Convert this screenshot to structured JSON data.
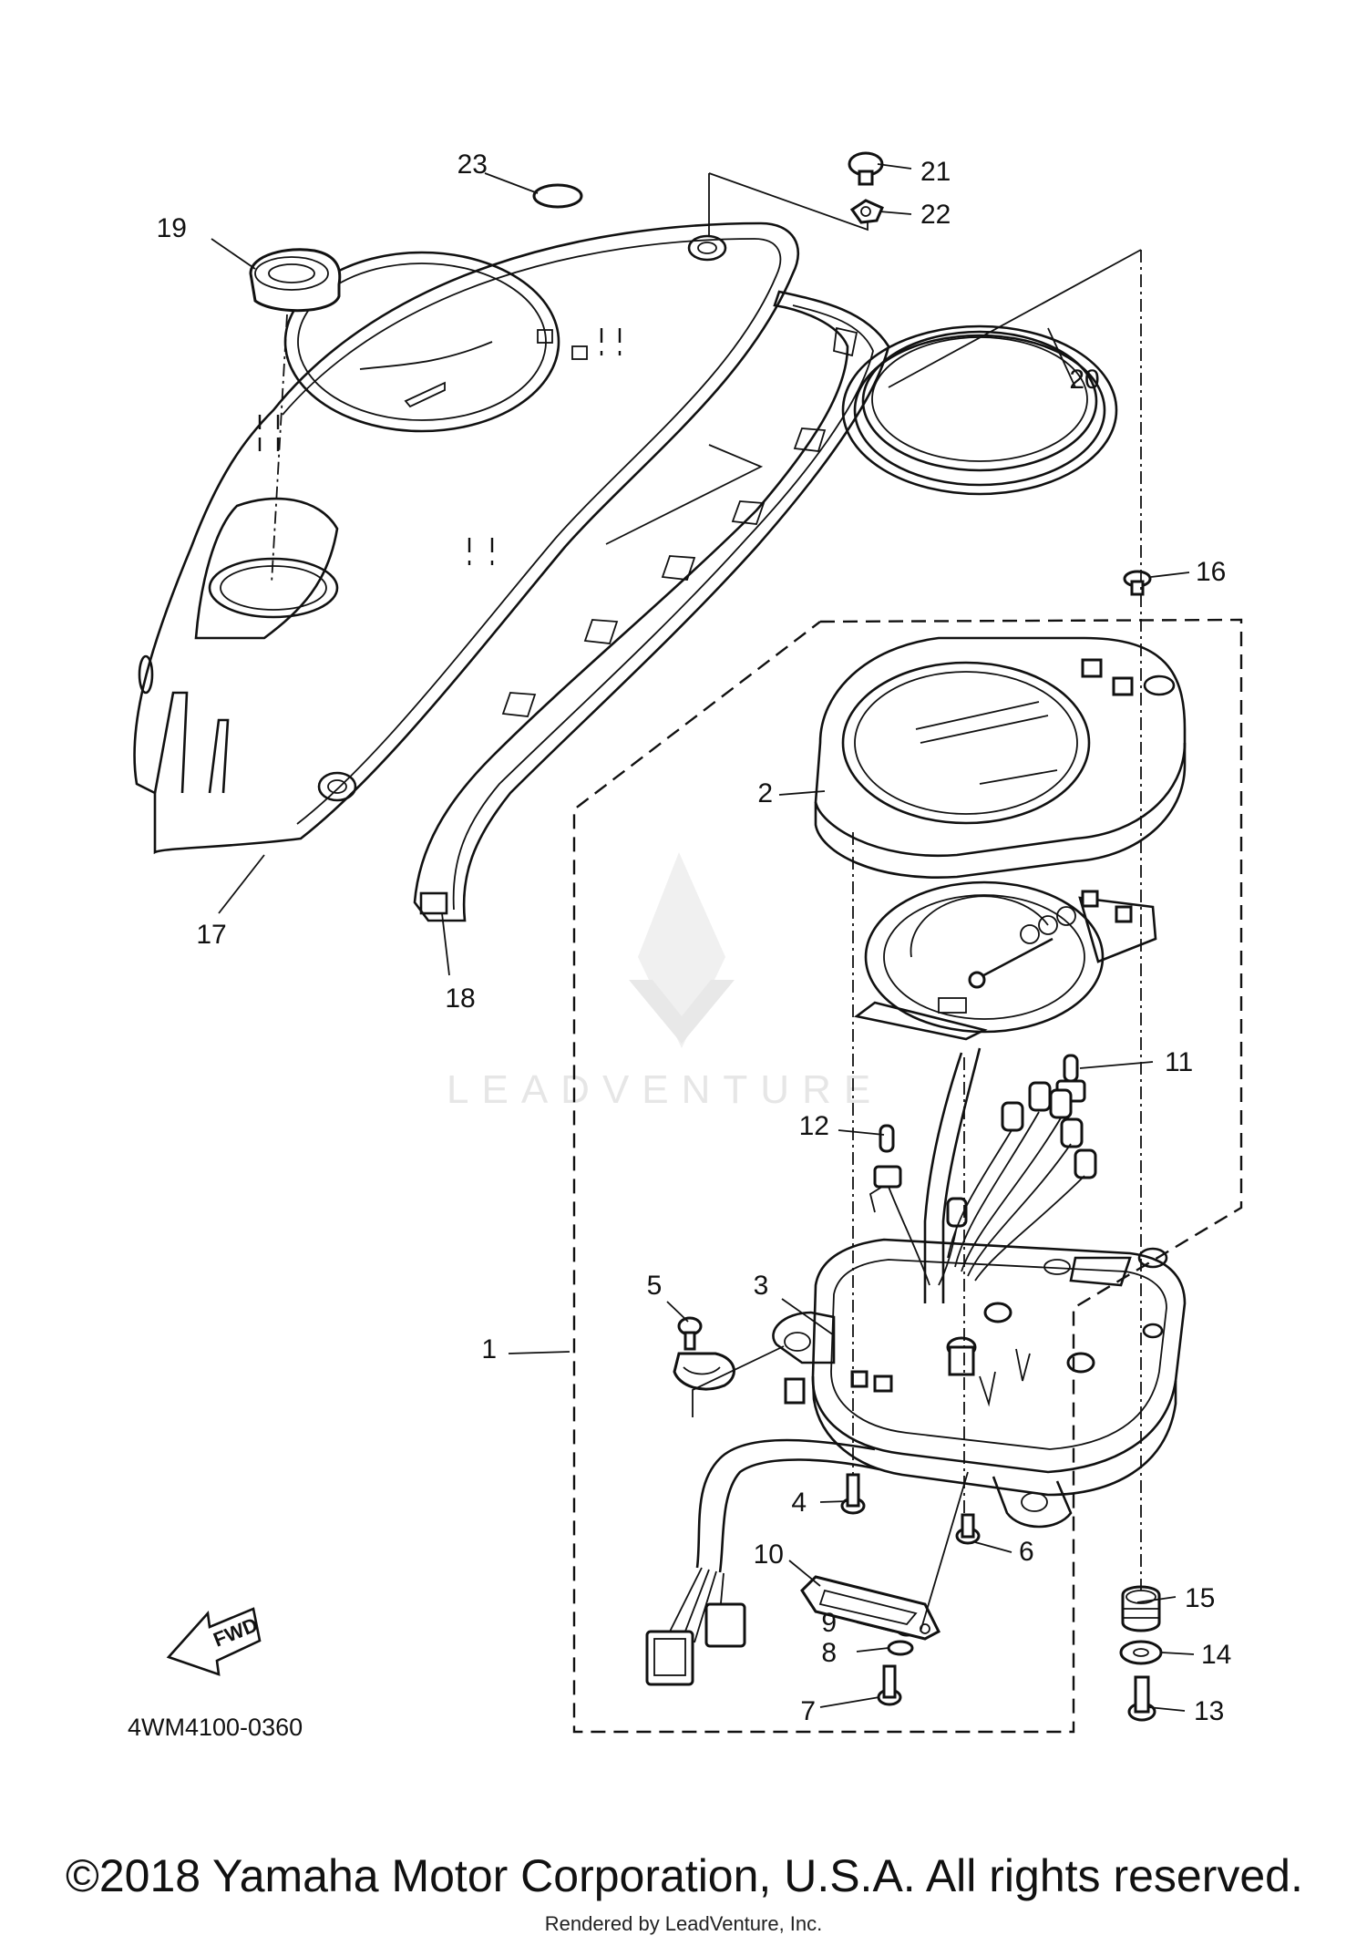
{
  "diagram": {
    "code": "4WM4100-0360",
    "watermark": "LEADVENTURE",
    "fwd_label": "FWD",
    "copyright": "©2018 Yamaha Motor Corporation, U.S.A. All rights reserved.",
    "rendered_by": "Rendered by LeadVenture, Inc.",
    "callouts": [
      "1",
      "2",
      "3",
      "4",
      "5",
      "6",
      "7",
      "8",
      "9",
      "10",
      "11",
      "12",
      "13",
      "14",
      "15",
      "16",
      "17",
      "18",
      "19",
      "20",
      "21",
      "22",
      "23"
    ]
  }
}
